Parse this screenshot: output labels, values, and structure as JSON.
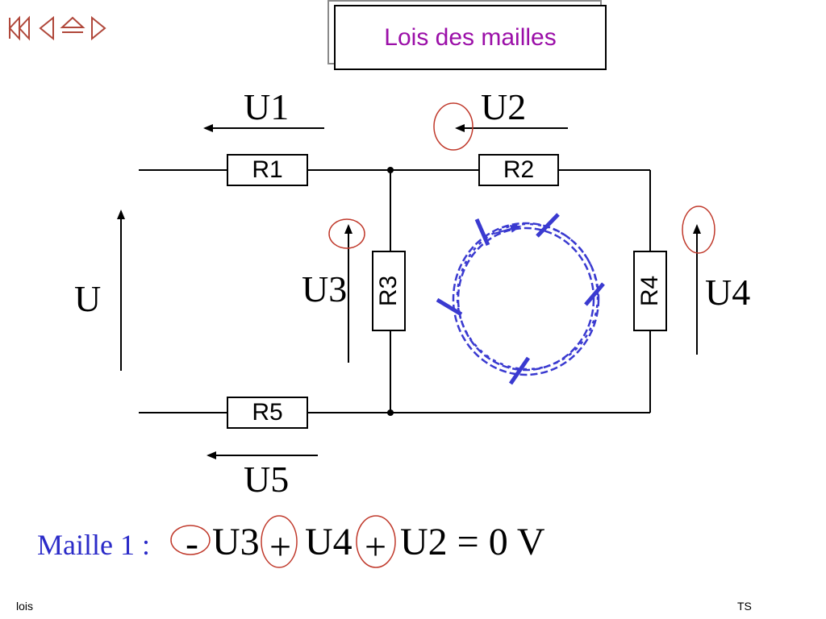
{
  "nav": {
    "first_icon": "first-slide-icon",
    "prev_icon": "previous-slide-icon",
    "home_icon": "home-slide-icon",
    "next_icon": "next-slide-icon"
  },
  "title": "Lois des mailles",
  "voltages": {
    "u": "U",
    "u1": "U1",
    "u2": "U2",
    "u3": "U3",
    "u4": "U4",
    "u5": "U5"
  },
  "resistors": {
    "r1": "R1",
    "r2": "R2",
    "r3": "R3",
    "r4": "R4",
    "r5": "R5"
  },
  "equation": {
    "label": "Maille 1 :",
    "sign1": "-",
    "term1": "U3",
    "sign2": "+",
    "term2": "U4",
    "sign3": "+",
    "term3": "U2 = 0 V"
  },
  "footer": {
    "left": "lois",
    "right": "TS"
  },
  "colors": {
    "title": "#9b0fa8",
    "loop": "#3a3ad0",
    "circle_highlight": "#c0392b",
    "equation_label": "#2b2bc8"
  }
}
